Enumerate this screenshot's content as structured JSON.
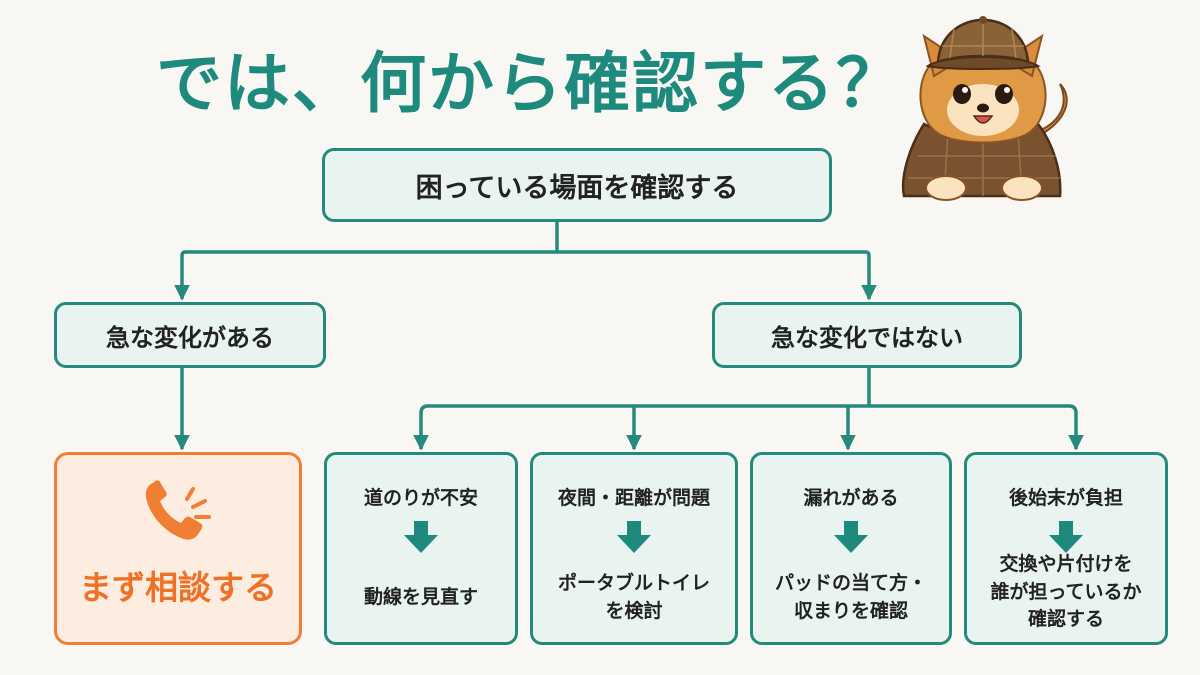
{
  "title": "では、何から確認する？",
  "root_box": "困っている場面を確認する",
  "branches": {
    "left": "急な変化がある",
    "right": "急な変化ではない"
  },
  "consult": {
    "label": "まず相談する",
    "icon": "phone-icon",
    "color": "#ef7125"
  },
  "leaves": [
    {
      "head": "道のりが不安",
      "action": "動線を見直す"
    },
    {
      "head": "夜間・距離が問題",
      "action": "ポータブルトイレ\nを検討"
    },
    {
      "head": "漏れがある",
      "action": "パッドの当て方・\n収まりを確認"
    },
    {
      "head": "後始末が負担",
      "action": "交換や片付けを\n誰が担っているか\n確認する"
    }
  ],
  "mascot": "dog-detective-illustration",
  "colors": {
    "teal": "#1d8a7d",
    "box_fill": "#e9f4f1",
    "orange": "#ef7125",
    "orange_fill": "#fdece0"
  }
}
